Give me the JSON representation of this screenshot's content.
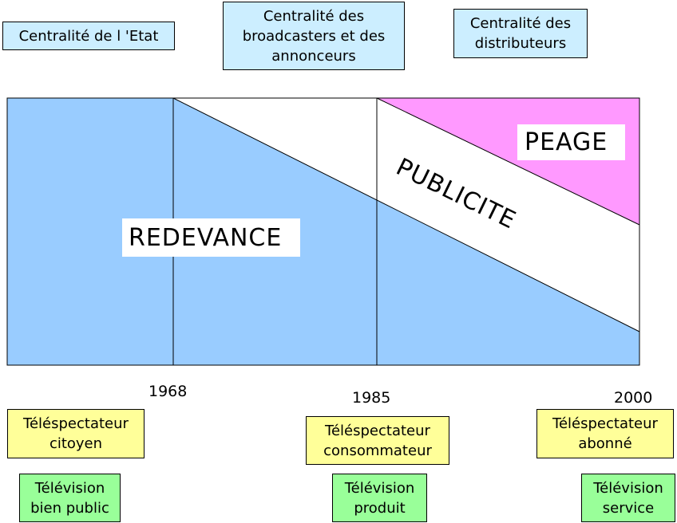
{
  "headers": {
    "etat": "Centralité de l 'Etat",
    "broadcasters": [
      "Centralité des",
      "broadcasters et des",
      "annonceurs"
    ],
    "distributeurs": [
      "Centralité des",
      "distributeurs"
    ]
  },
  "zones": {
    "redevance": "REDEVANCE",
    "publicite": "PUBLICITE",
    "peage": "PEAGE"
  },
  "years": [
    "1968",
    "1985",
    "2000"
  ],
  "spectateurs": [
    [
      "Téléspectateur",
      "citoyen"
    ],
    [
      "Téléspectateur",
      "consommateur"
    ],
    [
      "Téléspectateur",
      "abonné"
    ]
  ],
  "television": [
    [
      "Télévision",
      "bien public"
    ],
    [
      "Télévision",
      "produit"
    ],
    [
      "Télévision",
      "service"
    ]
  ],
  "colors": {
    "redevance": "#99ccff",
    "publicite": "#ffffff",
    "peage": "#ff99ff",
    "header_box": "#cceeff",
    "spectateur_box": "#ffff99",
    "television_box": "#99ff99"
  }
}
